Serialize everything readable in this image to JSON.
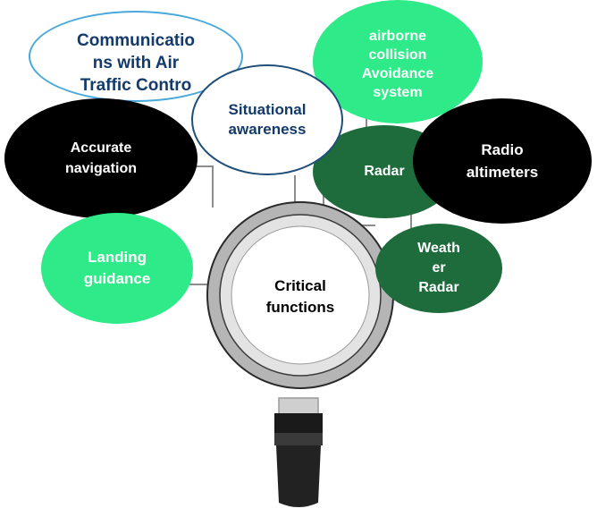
{
  "center": {
    "label": "Critical\nfunctions"
  },
  "nodes": {
    "communications": "Communicatio\nns with Air\nTraffic Contro",
    "acas": "airborne\ncollision\nAvoidance\nsystem",
    "situational_awareness": "Situational\nawareness",
    "accurate_navigation": "Accurate\nnavigation",
    "radar": "Radar",
    "radio_altimeters": "Radio\naltimeters",
    "landing_guidance": "Landing\nguidance",
    "weather_radar": "Weath\ner\nRadar"
  },
  "colors": {
    "bright_green": "#2eea88",
    "dark_green": "#1e6b3c",
    "black": "#000000",
    "navy_text": "#123a6b",
    "outline_blue": "#4aa8da",
    "lens_gray": "#d8d8d8",
    "handle": "#1a1a1a"
  },
  "icons": {
    "center_graphic": "magnifying-glass-icon"
  }
}
